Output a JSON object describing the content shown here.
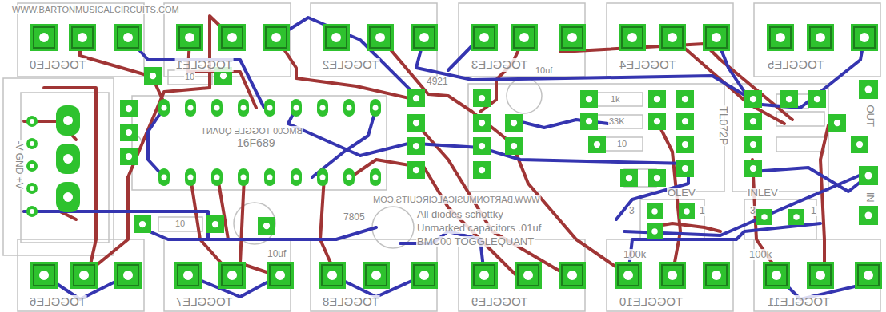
{
  "diagram": {
    "labels": [
      "WWW.BARTONMUSICALCIRCUITS.COM",
      "TOGGLE0",
      "TOGGLE1",
      "TOGGLE2",
      "TOGGLE3",
      "TOGGLE4",
      "TOGGLE5",
      "TOGGLE6",
      "TOGGLE7",
      "TOGGLE8",
      "TOGGLE9",
      "TOGGLE10",
      "TOGGLE11",
      "10",
      "4921",
      "10uf",
      "1k",
      "33K",
      "10",
      "TL072P",
      "16F689",
      "BMC00 TOGGLE QUANT",
      "7805",
      "10uf",
      "WWW.BARTONMUSICALCIRCUITS.COM",
      "All diodes schottky",
      "Unmarked capacitors .01uf",
      "BMC00 TOGGLEQUANT",
      "OLEV",
      "INLEV",
      "3",
      "1",
      "3",
      "1",
      "100k",
      "100k",
      "10",
      "OUT",
      "IN",
      "-V GND +V"
    ]
  }
}
